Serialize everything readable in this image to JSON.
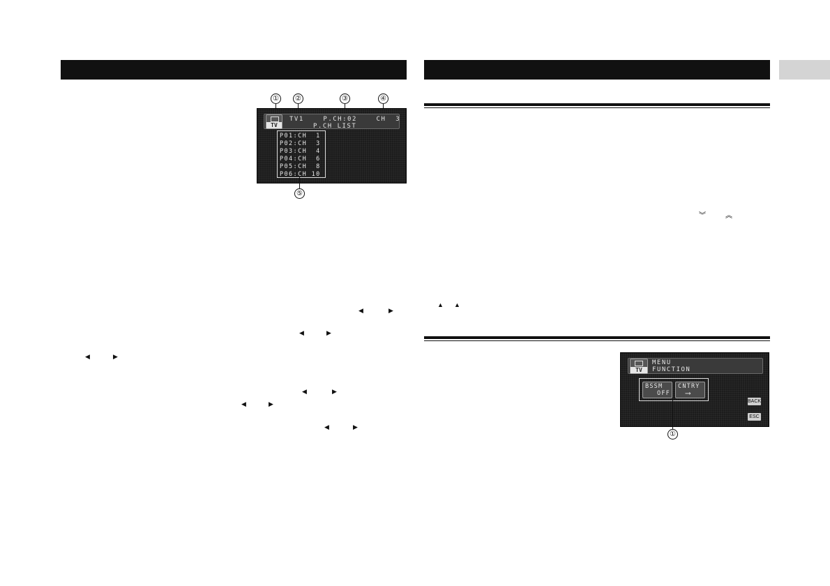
{
  "left_figure": {
    "callouts": [
      "①",
      "②",
      "③",
      "④",
      "⑤"
    ],
    "icon_label": "TV",
    "header_line1": "TV1    P.CH:02    CH  3",
    "header_line2": "P.CH LIST",
    "channels": [
      "P01:CH  1",
      "P02:CH  3",
      "P03:CH  4",
      "P04:CH  6",
      "P05:CH  8",
      "P06:CH 10"
    ]
  },
  "right_figure": {
    "callouts": [
      "①"
    ],
    "icon_label": "TV",
    "header_line1": "MENU",
    "header_line2": "FUNCTION",
    "bssm_label": "BSSM",
    "bssm_value": "OFF",
    "cntry_label": "CNTRY",
    "cntry_arrow": "⟶",
    "back_label": "BACK",
    "esc_label": "ESC"
  },
  "icons": [
    "left-arrow-icon",
    "right-arrow-icon",
    "double-down-icon",
    "double-up-icon",
    "up-triangle-icon"
  ]
}
